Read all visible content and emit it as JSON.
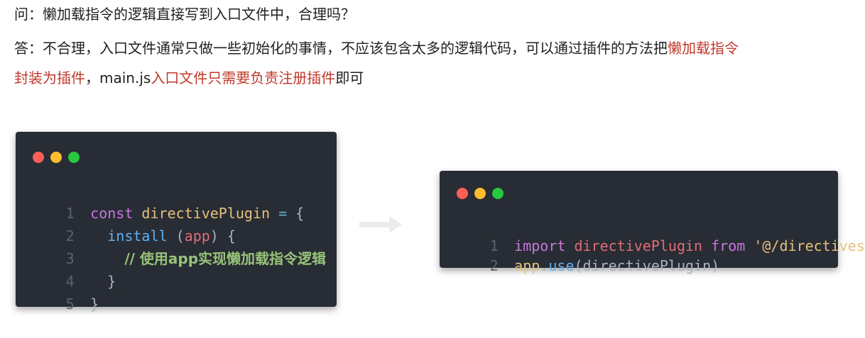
{
  "question": {
    "prefix": "问：",
    "text": "懒加载指令的逻辑直接写到入口文件中，合理吗？"
  },
  "answer": {
    "prefix": "答：",
    "part1": "不合理，入口文件通常只做一些初始化的事情，不应该包含太多的逻辑代码，可以通过插件的方法把",
    "highlight1a": "懒加载指令",
    "highlight1b": "封装为插件",
    "part2": "，main.js",
    "highlight2": "入口文件只需要负责注册插件",
    "part3": "即可"
  },
  "left_code": {
    "lines": [
      {
        "num": "1",
        "t1": "const",
        "t2": " directivePlugin",
        "t3": " = ",
        "t4": "{"
      },
      {
        "num": "2",
        "indent": "  ",
        "t1": "install",
        "t2": " (",
        "t3": "app",
        "t4": ") {"
      },
      {
        "num": "3",
        "indent": "    ",
        "comment": "// 使用app实现懒加载指令逻辑"
      },
      {
        "num": "4",
        "indent": "  ",
        "text": "}"
      },
      {
        "num": "5",
        "text": "}"
      }
    ]
  },
  "right_code": {
    "lines": [
      {
        "num": "1",
        "t1": "import",
        "t2": " directivePlugin",
        "t3": " from",
        "t4": " '@/directives'"
      },
      {
        "num": "2",
        "t1": "app",
        "t2": ".",
        "t3": "use",
        "t4": "(directivePlugin)"
      }
    ]
  },
  "colors": {
    "highlight": "#c0392b",
    "code_bg": "#282c34"
  }
}
